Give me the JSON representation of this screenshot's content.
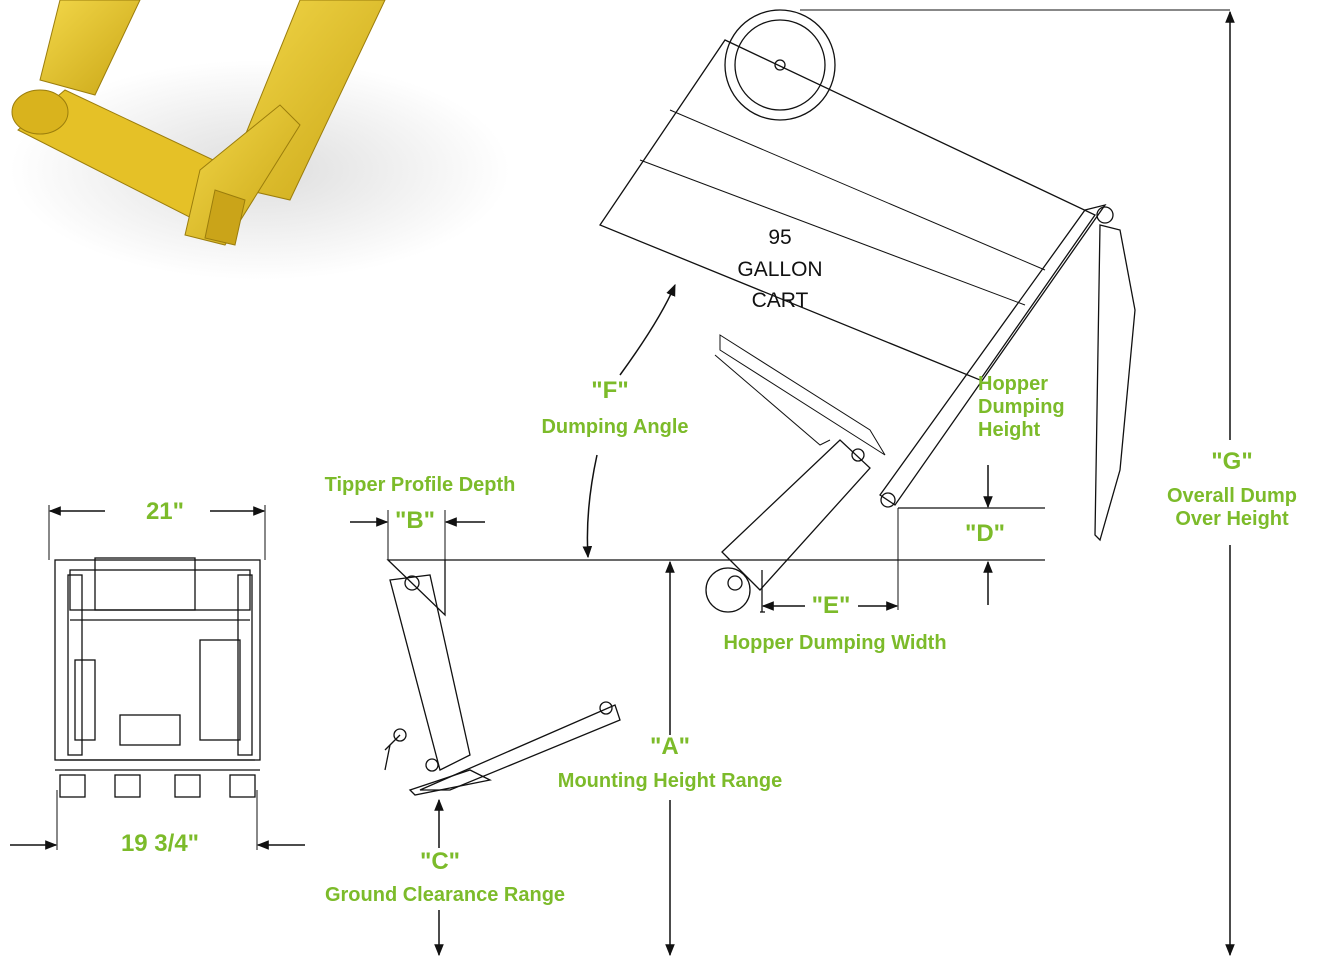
{
  "cart_label": {
    "line1": "95",
    "line2": "GALLON",
    "line3": "CART"
  },
  "dims": {
    "width_top": "21\"",
    "width_bottom": "19 3/4\"",
    "a_code": "\"A\"",
    "a_name": "Mounting Height Range",
    "b_code": "\"B\"",
    "b_name": "Tipper Profile Depth",
    "c_code": "\"C\"",
    "c_name": "Ground Clearance Range",
    "d_code": "\"D\"",
    "d_name1": "Hopper",
    "d_name2": "Dumping",
    "d_name3": "Height",
    "e_code": "\"E\"",
    "e_name": "Hopper Dumping Width",
    "f_code": "\"F\"",
    "f_name": "Dumping Angle",
    "g_code": "\"G\"",
    "g_name1": "Overall Dump",
    "g_name2": "Over Height"
  },
  "colors": {
    "label": "#7cbb2a",
    "line": "#111111",
    "tipper_yellow": "#e6c229"
  }
}
